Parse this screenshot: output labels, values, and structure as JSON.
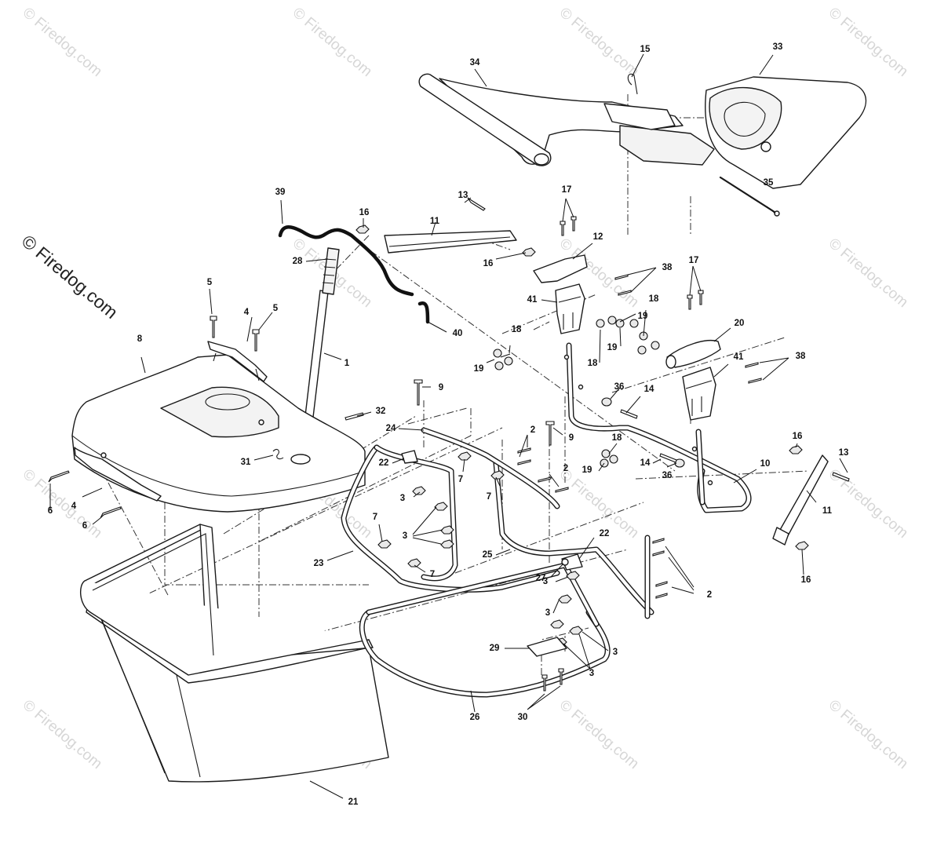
{
  "watermark": {
    "text": "© Firedog.com",
    "prominent_text": "© Firedog.com"
  },
  "callouts": {
    "c1": "1",
    "c2a": "2",
    "c2b": "2",
    "c2c": "2",
    "c3a": "3",
    "c3b": "3",
    "c3c": "3",
    "c3d": "3",
    "c3e": "3",
    "c3f": "3",
    "c4a": "4",
    "c4b": "4",
    "c5a": "5",
    "c5b": "5",
    "c6a": "6",
    "c6b": "6",
    "c7a": "7",
    "c7b": "7",
    "c7c": "7",
    "c7d": "7",
    "c8": "8",
    "c9a": "9",
    "c9b": "9",
    "c10": "10",
    "c11a": "11",
    "c11b": "11",
    "c12": "12",
    "c13a": "13",
    "c13b": "13",
    "c14a": "14",
    "c14b": "14",
    "c15": "15",
    "c16a": "16",
    "c16b": "16",
    "c16c": "16",
    "c16d": "16",
    "c17a": "17",
    "c17b": "17",
    "c18a": "18",
    "c18b": "18",
    "c18c": "18",
    "c18d": "18",
    "c19a": "19",
    "c19b": "19",
    "c19c": "19",
    "c19d": "19",
    "c20": "20",
    "c21": "21",
    "c22a": "22",
    "c22b": "22",
    "c23": "23",
    "c24": "24",
    "c25": "25",
    "c26": "26",
    "c27": "27",
    "c28": "28",
    "c29": "29",
    "c30": "30",
    "c31": "31",
    "c32": "32",
    "c33": "33",
    "c34": "34",
    "c35": "35",
    "c36a": "36",
    "c36b": "36",
    "c38a": "38",
    "c38b": "38",
    "c39": "39",
    "c40": "40",
    "c41a": "41",
    "c41b": "41"
  },
  "colors": {
    "line": "#1a1a1a",
    "background": "#ffffff",
    "watermark": "#d6d6d6"
  }
}
